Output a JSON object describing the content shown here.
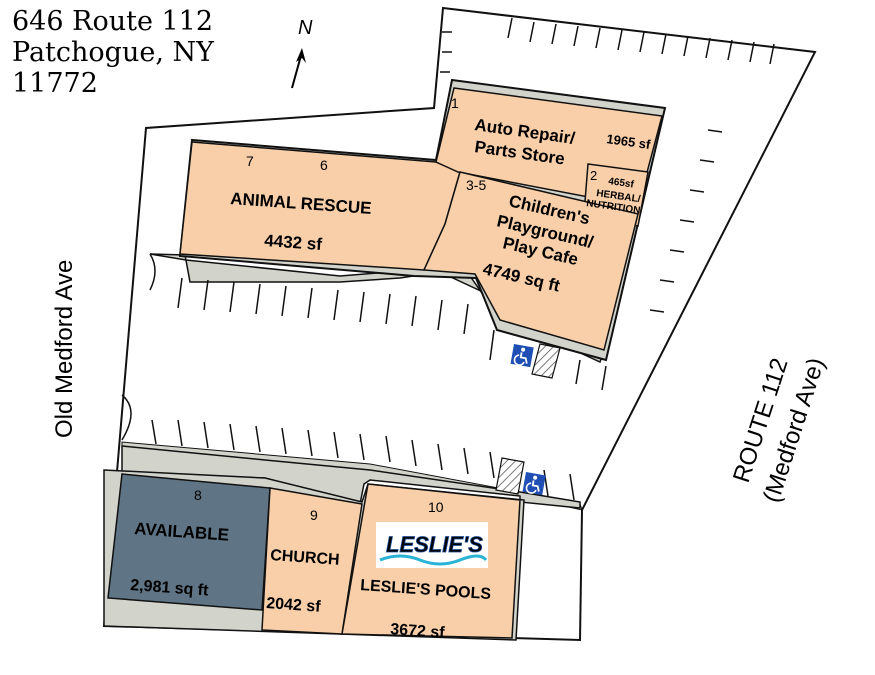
{
  "address": {
    "line1": "646 Route 112",
    "line2": "Patchogue, NY",
    "line3": "11772"
  },
  "compass": {
    "label": "N"
  },
  "roads": {
    "west": "Old Medford Ave",
    "east_line1": "ROUTE 112",
    "east_line2": "(Medford Ave)"
  },
  "units": [
    {
      "id": "1",
      "name_line1": "Auto Repair/",
      "name_line2": "Parts Store",
      "size": "1965 sf"
    },
    {
      "id": "2",
      "name_line1": "HERBAL/",
      "name_line2": "NUTRITION",
      "size": "465sf"
    },
    {
      "id": "3-5",
      "name_line1": "Children's",
      "name_line2": "Playground/",
      "name_line3": "Play Cafe",
      "size": "4749 sq ft"
    },
    {
      "id_a": "7",
      "id_b": "6",
      "name": "ANIMAL RESCUE",
      "size": "4432 sf"
    },
    {
      "id": "8",
      "name": "AVAILABLE",
      "size": "2,981 sq ft",
      "status_color": "#5f7484"
    },
    {
      "id": "9",
      "name": "CHURCH",
      "size": "2042 sf"
    },
    {
      "id": "10",
      "name": "LESLIE'S POOLS",
      "size": "3672 sf",
      "logo_text": "LESLIE'S"
    }
  ],
  "colors": {
    "tenant_fill": "#f8cfa9",
    "available_fill": "#5f7484",
    "walkway": "#d2d4cc",
    "accessible_blue": "#1f4fb4",
    "logo_red": "#c8232c",
    "logo_blue": "#1d4f9a",
    "logo_wave": "#2bb3d6"
  },
  "icons": [
    "north-arrow-icon",
    "accessible-parking-icon",
    "hatched-access-aisle"
  ]
}
